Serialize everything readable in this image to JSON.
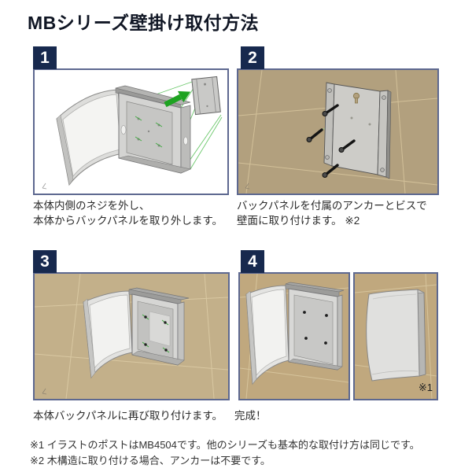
{
  "page": {
    "title": "MBシリーズ壁掛け取付方法"
  },
  "colors": {
    "badge_navy": "#17294e",
    "panel_border": "#5d6890",
    "wall_tan": "#b2a07e",
    "wall_tan_light": "#c3b08a",
    "accent_green": "#1ea321",
    "text": "#2b2b2b"
  },
  "steps": [
    {
      "number": "1",
      "illustration": "mailbox-open-back-panel-removed",
      "caption_line1": "本体内側のネジを外し、",
      "caption_line2": "本体からバックパネルを取り外します。"
    },
    {
      "number": "2",
      "illustration": "back-panel-anchors-screws-on-wall",
      "caption_line1": "バックパネルを付属のアンカーとビスで",
      "caption_line2": "壁面に取り付けます。 ※2"
    },
    {
      "number": "3",
      "illustration": "mailbox-reattached-on-wall",
      "caption_line1": "本体バックパネルに再び取り付けます。",
      "caption_line2": ""
    },
    {
      "number": "4",
      "illustration": "mailbox-finished-open-and-closed",
      "caption_line1": "完成！",
      "caption_line2": "",
      "annotation": "※1"
    }
  ],
  "footnotes": [
    "※1 イラストのポストはMB4504です。他のシリーズも基本的な取付け方は同じです。",
    "※2 木構造に取り付ける場合、アンカーは不要です。"
  ]
}
